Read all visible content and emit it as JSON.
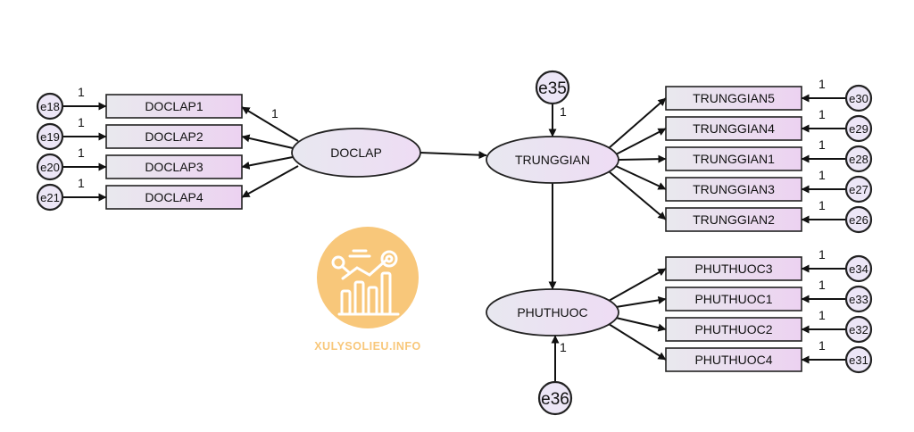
{
  "latents": {
    "doclap": {
      "label": "DOCLAP"
    },
    "trunggian": {
      "label": "TRUNGGIAN"
    },
    "phuthuoc": {
      "label": "PHUTHUOC"
    }
  },
  "indicators": {
    "doclap": [
      "DOCLAP1",
      "DOCLAP2",
      "DOCLAP3",
      "DOCLAP4"
    ],
    "trunggian": [
      "TRUNGGIAN5",
      "TRUNGGIAN4",
      "TRUNGGIAN1",
      "TRUNGGIAN3",
      "TRUNGGIAN2"
    ],
    "phuthuoc": [
      "PHUTHUOC3",
      "PHUTHUOC1",
      "PHUTHUOC2",
      "PHUTHUOC4"
    ]
  },
  "errors": {
    "doclap": [
      "e18",
      "e19",
      "e20",
      "e21"
    ],
    "trunggian": [
      "e30",
      "e29",
      "e28",
      "e27",
      "e26"
    ],
    "phuthuoc": [
      "e34",
      "e33",
      "e32",
      "e31"
    ],
    "trunggian_disturbance": "e35",
    "phuthuoc_disturbance": "e36"
  },
  "fixed_loading_label": "1",
  "watermark": {
    "text": "XULYSOLIEU.INFO",
    "color": "#f8c77a"
  },
  "colors": {
    "box_fill_left": "#e9e9ee",
    "box_fill_right": "#ecd2f1",
    "ellipse_fill": "#ece6f6",
    "stroke": "#222222"
  }
}
